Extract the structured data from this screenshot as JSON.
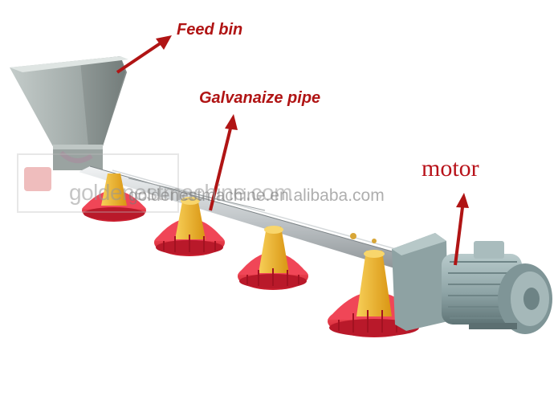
{
  "labels": {
    "feed_bin": "Feed bin",
    "pipe": "Galvanaize pipe",
    "motor": "motor"
  },
  "watermarks": {
    "primary": "goldenestmachine.com",
    "secondary": "goldenestmachine.en.alibaba.com"
  },
  "colors": {
    "arrow": "#b01414",
    "feeder_pan": "#e8303f",
    "feeder_cone": "#f2b52a",
    "pipe": "#c9cdd0",
    "motor": "#8fa6a8",
    "hopper": "#9aa4a2"
  }
}
